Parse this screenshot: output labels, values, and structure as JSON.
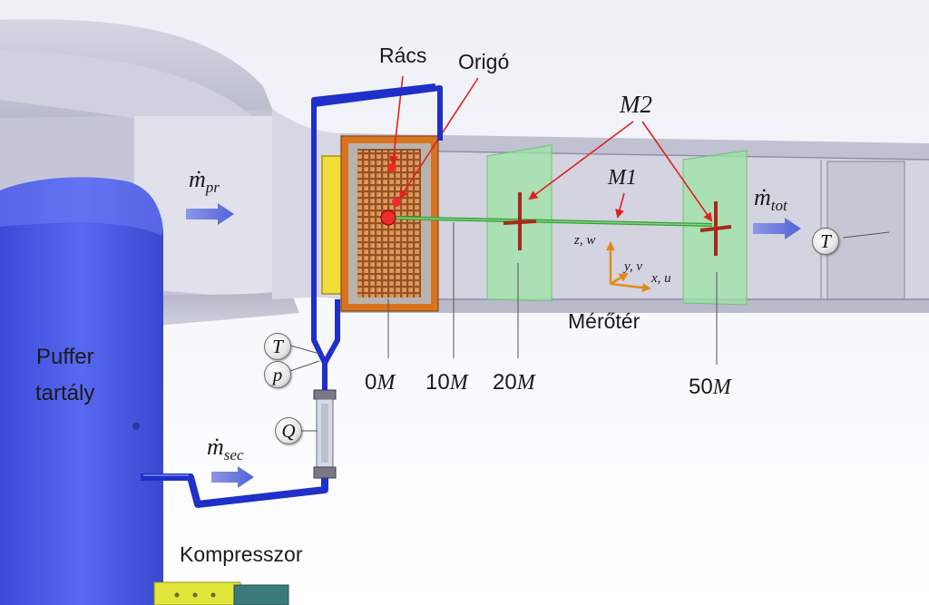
{
  "labels": {
    "racs": "Rács",
    "origo": "Origó",
    "m2": "M2",
    "m1": "M1",
    "merokter": "Mérőtér",
    "puffer_line1": "Puffer",
    "puffer_line2": "tartály",
    "kompresszor": "Kompresszor"
  },
  "flows": {
    "primary": {
      "symbol": "ṁ",
      "sub": "pr"
    },
    "total": {
      "symbol": "ṁ",
      "sub": "tot"
    },
    "secondary": {
      "symbol": "ṁ",
      "sub": "sec"
    }
  },
  "sensors": {
    "T_outlet": "T",
    "T_inlet": "T",
    "p_inlet": "p",
    "Q_flow": "Q"
  },
  "positions": [
    {
      "n": "0",
      "unit": "M"
    },
    {
      "n": "10",
      "unit": "M"
    },
    {
      "n": "20",
      "unit": "M"
    },
    {
      "n": "50",
      "unit": "M"
    }
  ],
  "axes": {
    "zw": "z, w",
    "yv": "y, v",
    "xu": "x, u"
  },
  "colors": {
    "tank": "#4a5ae8",
    "pipe": "#1f2fc9",
    "grid_frame": "#d9731e",
    "grid_mesh": "#b8602a",
    "plane": "#9ee3a5",
    "probe": "#a62a1a",
    "annotation": "#e02020",
    "duct": "#c9c9d6"
  }
}
